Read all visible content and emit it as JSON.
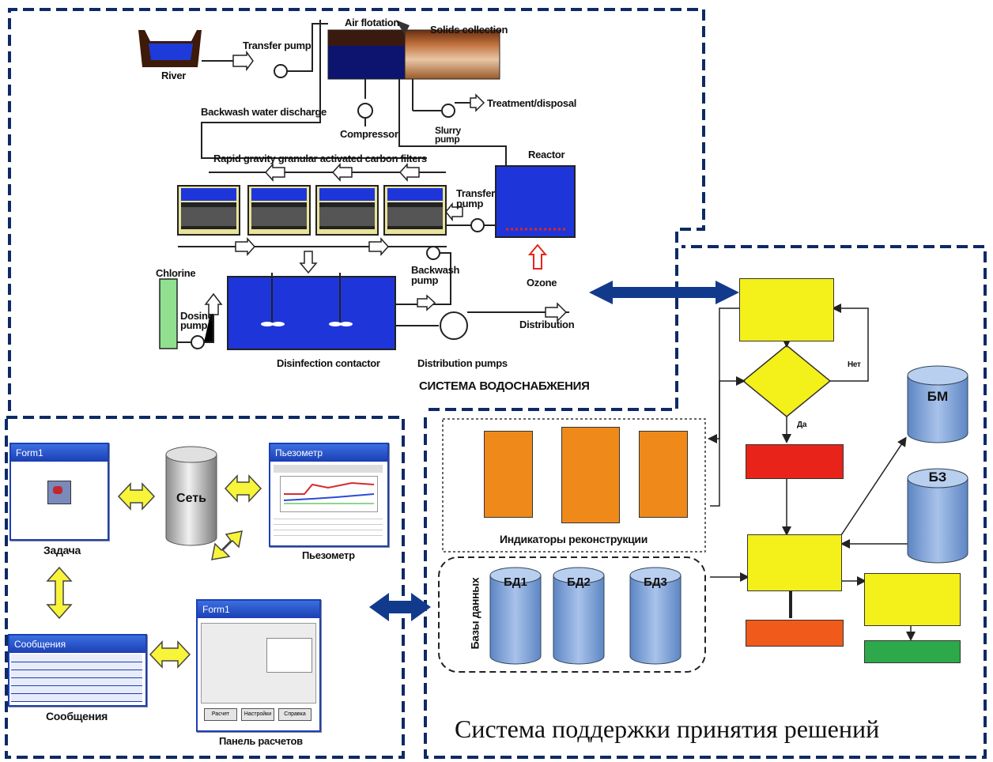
{
  "plant": {
    "river": "River",
    "transfer_pump_top": "Transfer pump",
    "air_flotation": "Air flotation",
    "solids_collection": "Solids collection",
    "treatment_disposal": "Treatment/disposal",
    "backwash_discharge": "Backwash water discharge",
    "compressor": "Compressor",
    "slurry_pump": "Slurry pump",
    "reactor": "Reactor",
    "filters": "Rapid gravity granular activated carbon filters",
    "transfer_pump_right": "Transfer pump",
    "chlorine": "Chlorine",
    "backwash_pump": "Backwash pump",
    "ozone": "Ozone",
    "dosing_pump": "Dosing pump",
    "distribution": "Distribution",
    "disinfection_contactor": "Disinfection contactor",
    "distribution_pumps": "Distribution pumps",
    "system_title": "СИСТЕМА ВОДОСНАБЖЕНИЯ"
  },
  "gis": {
    "task_window_title": "Form1",
    "task_label": "Задача",
    "network_label": "Сеть",
    "piezometer_window_title": "Пьезометр",
    "piezometer_label": "Пьезометр",
    "messages_window_title": "Сообщения",
    "messages_label": "Сообщения",
    "calc_window_title": "Form1",
    "calc_label": "Панель расчетов",
    "calc_buttons": [
      "Расчет",
      "Настройки",
      "Справка"
    ]
  },
  "dss": {
    "indicators_title": "Индикаторы реконструкции",
    "databases_title": "Базы данных",
    "db_names": [
      "БД1",
      "БД2",
      "БД3"
    ],
    "kb_names": [
      "БМ",
      "БЗ"
    ],
    "decision_yes": "Да",
    "decision_no": "Нет",
    "title": "Система поддержки принятия решений"
  },
  "colors": {
    "frame": "#0d2a66",
    "water": "#1e36d9",
    "indicator_orange": "#ef8a1a",
    "flow_yellow": "#f4f01a",
    "red_box": "#e8241a",
    "orange_box": "#f05a1a",
    "green_box": "#2da84a",
    "cylinder_blue": "#7fa3d6",
    "arrow_navy": "#123a8c"
  }
}
